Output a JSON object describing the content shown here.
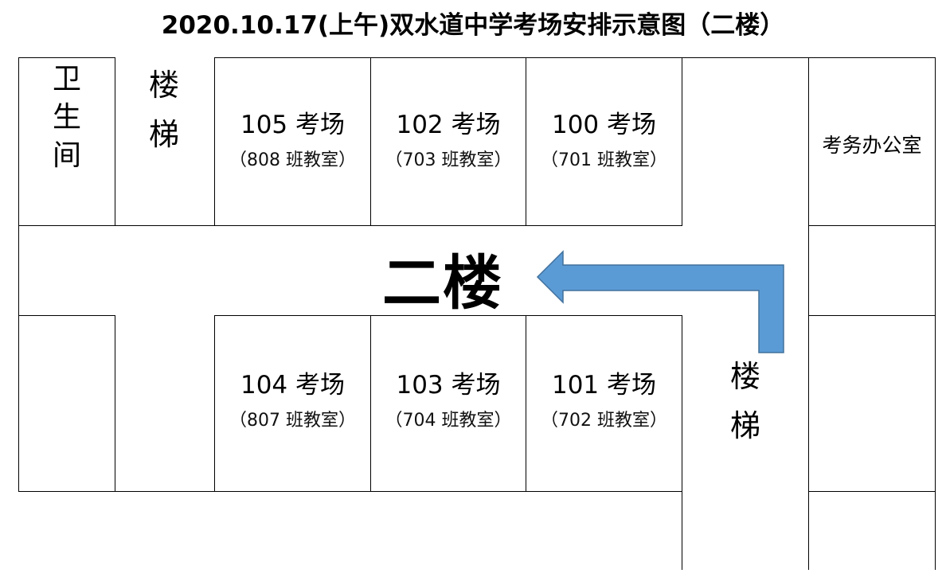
{
  "title": "2020.10.17(上午)双水道中学考场安排示意图（二楼）",
  "floor_label": "二楼",
  "restroom": [
    "卫",
    "生",
    "间"
  ],
  "stairs_left": [
    "楼",
    "梯"
  ],
  "stairs_right": [
    "楼",
    "梯"
  ],
  "office": "考务办公室",
  "rooms_top": [
    {
      "name": "105 考场",
      "classroom": "（808 班教室）"
    },
    {
      "name": "102 考场",
      "classroom": "（703 班教室）"
    },
    {
      "name": "100 考场",
      "classroom": "（701 班教室）"
    }
  ],
  "rooms_bottom": [
    {
      "name": "104 考场",
      "classroom": "（807 班教室）"
    },
    {
      "name": "103 考场",
      "classroom": "（704 班教室）"
    },
    {
      "name": "101 考场",
      "classroom": "（702 班教室）"
    }
  ],
  "arrow_color": "#5B9BD5",
  "arrow_stroke": "#41719C"
}
